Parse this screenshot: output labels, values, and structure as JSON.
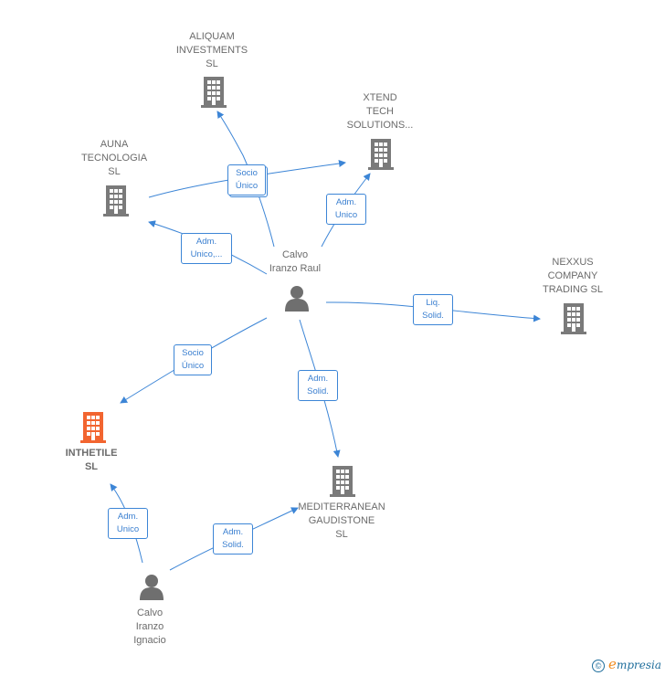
{
  "colors": {
    "edge": "#3c85d6",
    "building": "#7a7a7a",
    "building_main": "#f26530",
    "person": "#6f6f6f"
  },
  "nodes": {
    "aliquam": {
      "label": "ALIQUAM\nINVESTMENTS\nSL",
      "icon": "building-icon"
    },
    "xtend": {
      "label": "XTEND\nTECH\nSOLUTIONS...",
      "icon": "building-icon"
    },
    "auna": {
      "label": "AUNA\nTECNOLOGIA\nSL",
      "icon": "building-icon"
    },
    "nexxus": {
      "label": "NEXXUS\nCOMPANY\nTRADING  SL",
      "icon": "building-icon"
    },
    "calvo_raul": {
      "label": "Calvo\nIranzo Raul",
      "icon": "person-icon"
    },
    "inthetile": {
      "label": "INTHETILE\nSL",
      "icon": "building-icon"
    },
    "mediterranean": {
      "label": "MEDITERRANEAN\nGAUDISTONE\nSL",
      "icon": "building-icon"
    },
    "calvo_ignacio": {
      "label": "Calvo\nIranzo\nIgnacio",
      "icon": "person-icon"
    }
  },
  "edges": {
    "raul_aliquam_xtend": "Socio\nÚnico",
    "raul_xtend": "Adm.\nUnico",
    "raul_auna": "Adm.\nUnico,...",
    "raul_nexxus": "Liq.\nSolid.",
    "raul_inthetile": "Socio\nÚnico",
    "raul_mediterranean": "Adm.\nSolid.",
    "ignacio_inthetile": "Adm.\nUnico",
    "ignacio_mediterranean": "Adm.\nSolid."
  },
  "footer": {
    "copyright_symbol": "©",
    "brand_e": "e",
    "brand_rest": "mpresia"
  }
}
